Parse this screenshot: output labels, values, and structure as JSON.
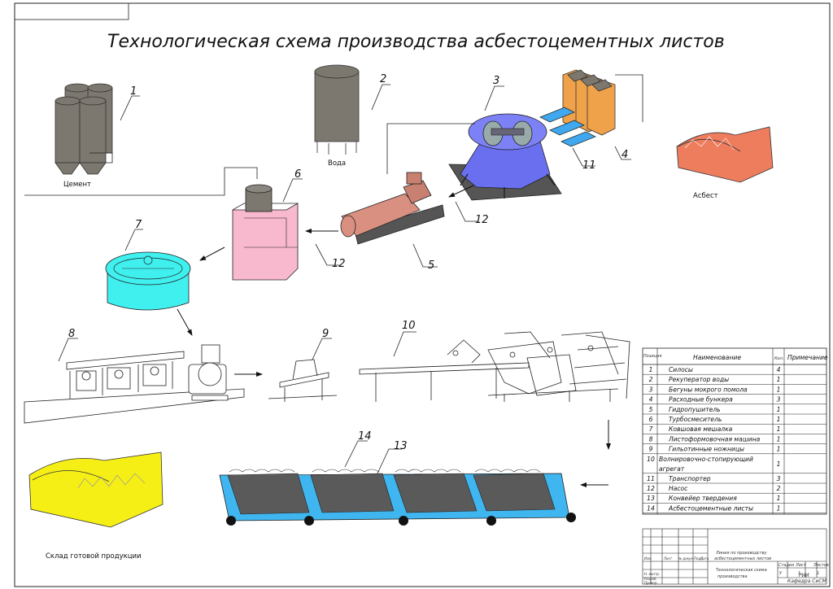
{
  "title": "Технологическая схема производства асбестоцементных листов",
  "labels": {
    "cement": "Цемент",
    "water": "Вода",
    "asbestos": "Асбест",
    "warehouse": "Склад готовой продукции"
  },
  "callouts": [
    "1",
    "2",
    "3",
    "4",
    "5",
    "6",
    "7",
    "8",
    "9",
    "10",
    "11",
    "12",
    "12",
    "13",
    "14"
  ],
  "spec": {
    "headers": {
      "pos": "Позиция",
      "name": "Наименование",
      "qty": "Кол.",
      "note": "Примечание"
    },
    "rows": [
      {
        "pos": "1",
        "name": "Силосы",
        "qty": "4"
      },
      {
        "pos": "2",
        "name": "Рекуператор воды",
        "qty": "1"
      },
      {
        "pos": "3",
        "name": "Бегуны мокрого помола",
        "qty": "1"
      },
      {
        "pos": "4",
        "name": "Расходные бункера",
        "qty": "3"
      },
      {
        "pos": "5",
        "name": "Гидропушитель",
        "qty": "1"
      },
      {
        "pos": "6",
        "name": "Турбосмеситель",
        "qty": "1"
      },
      {
        "pos": "7",
        "name": "Ковшовая мешалка",
        "qty": "1"
      },
      {
        "pos": "8",
        "name": "Листоформовочная машина",
        "qty": "1"
      },
      {
        "pos": "9",
        "name": "Гильотинные ножницы",
        "qty": "1"
      },
      {
        "pos": "10",
        "name": "Волнировочно-стопирующий",
        "name2": "агрегат",
        "qty": "1"
      },
      {
        "pos": "11",
        "name": "Транспортер",
        "qty": "3"
      },
      {
        "pos": "12",
        "name": "Насос",
        "qty": "2"
      },
      {
        "pos": "13",
        "name": "Конвейер твердения",
        "qty": "1"
      },
      {
        "pos": "14",
        "name": "Асбестоцементные листы",
        "qty": "1"
      }
    ]
  },
  "stamp": {
    "doc1": "Линия по производству",
    "doc2": "асбестоцементных листов",
    "sheet1": "Технологическая схема",
    "sheet2": "производства",
    "col_stage": "Стадия",
    "col_sheet": "Лист",
    "col_sheets": "Листов",
    "stage": "У",
    "sheet": "1",
    "sheets": "1",
    "org1": "РИИ",
    "org2": "Кафедра СиСМ",
    "row_labels": [
      "Изм.",
      "Лист",
      "№ докум.",
      "Подп.",
      "Дата"
    ],
    "side_labels": [
      "Н. контр.",
      "Разраб.",
      "Провер."
    ]
  },
  "colors": {
    "silo": "#7c7870",
    "crusher": "#6a6ff0",
    "hopper": "#f0a24a",
    "asbestos_store": "#ee7d5e",
    "pulper": "#d99080",
    "mixer": "#f8b9ce",
    "bucket": "#3ff0ef",
    "conveyor": "#3fb6ef",
    "warehouse": "#f6ef16",
    "transport": "#3fa8ee"
  }
}
